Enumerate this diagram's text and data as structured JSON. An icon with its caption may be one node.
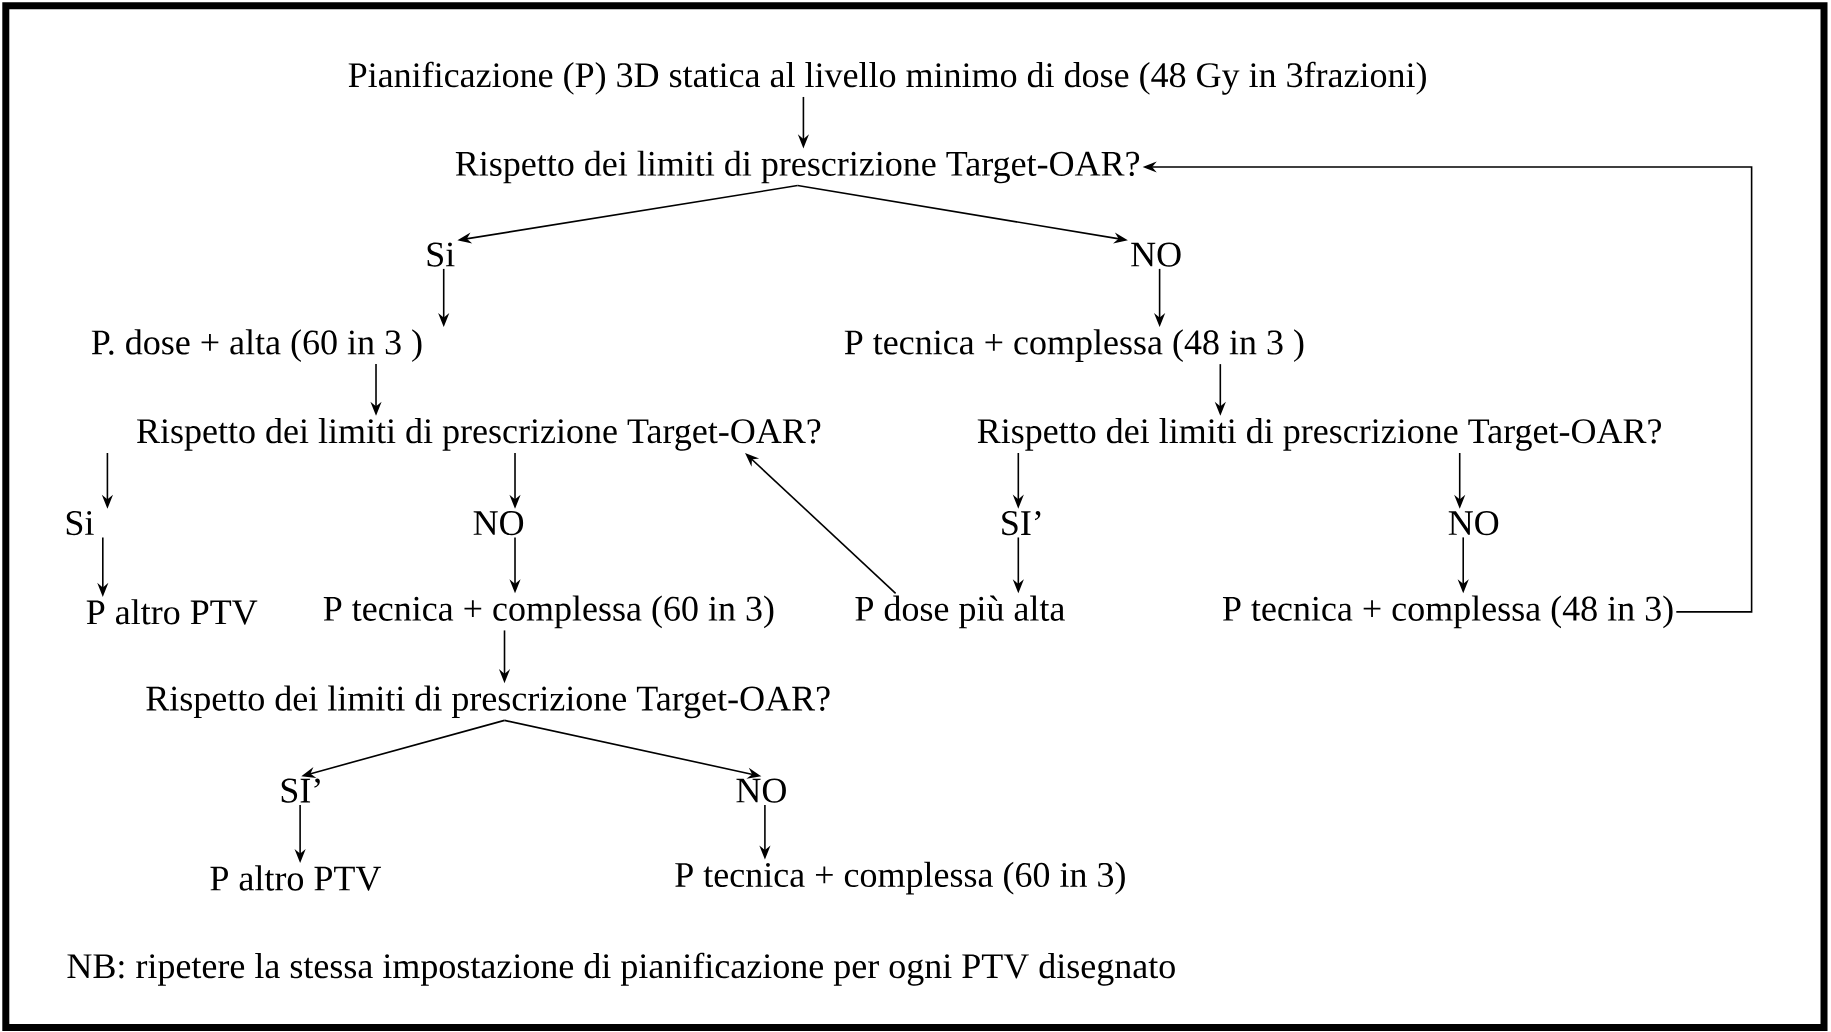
{
  "diagram": {
    "nodes": [
      {
        "text": [
          "Pianificazione (P) 3D statica al livello minimo di dose (48 Gy in 3frazioni)"
        ]
      },
      {
        "text": [
          "Rispetto dei limiti di prescrizione Target-OAR?"
        ]
      },
      {
        "text": [
          "Si"
        ]
      },
      {
        "text": [
          "NO"
        ]
      },
      {
        "text": [
          "P. dose + alta (60 in 3 )"
        ]
      },
      {
        "text": [
          "P tecnica + complessa (48 in 3 )"
        ]
      },
      {
        "text": [
          "Rispetto dei limiti di prescrizione Target-OAR?"
        ]
      },
      {
        "text": [
          "Rispetto dei limiti di prescrizione Target-OAR?"
        ]
      },
      {
        "text": [
          "Si"
        ]
      },
      {
        "text": [
          "NO"
        ]
      },
      {
        "text": [
          "SI’"
        ]
      },
      {
        "text": [
          "NO"
        ]
      },
      {
        "text": [
          "P altro PTV"
        ]
      },
      {
        "text": [
          "P tecnica + complessa (60 in 3)"
        ]
      },
      {
        "text": [
          "P dose più alta"
        ]
      },
      {
        "text": [
          "P  tecnica + complessa (48 in 3)"
        ]
      },
      {
        "text": [
          "Rispetto dei limiti di prescrizione Target-OAR?"
        ]
      },
      {
        "text": [
          "SI’"
        ]
      },
      {
        "text": [
          "NO"
        ]
      },
      {
        "text": [
          "P altro PTV"
        ]
      },
      {
        "text": [
          "P tecnica + complessa (60 in 3)"
        ]
      }
    ],
    "edges": [
      {
        "from": 0,
        "to": 1,
        "arrow": "to"
      },
      {
        "from": 1,
        "to": 2,
        "arrow": "to"
      },
      {
        "from": 1,
        "to": 3,
        "arrow": "to"
      },
      {
        "from": 2,
        "to": 4,
        "arrow": "to"
      },
      {
        "from": 3,
        "to": 5,
        "arrow": "to"
      },
      {
        "from": 4,
        "to": 6,
        "arrow": "to"
      },
      {
        "from": 5,
        "to": 7,
        "arrow": "to"
      },
      {
        "from": 6,
        "to": 8,
        "arrow": "to"
      },
      {
        "from": 6,
        "to": 9,
        "arrow": "to"
      },
      {
        "from": 7,
        "to": 10,
        "arrow": "to"
      },
      {
        "from": 7,
        "to": 11,
        "arrow": "to"
      },
      {
        "from": 8,
        "to": 12,
        "arrow": "to"
      },
      {
        "from": 9,
        "to": 13,
        "arrow": "to"
      },
      {
        "from": 10,
        "to": 14,
        "arrow": "to"
      },
      {
        "from": 11,
        "to": 15,
        "arrow": "to"
      },
      {
        "from": 14,
        "to": 6,
        "arrow": "to"
      },
      {
        "from": 15,
        "to": 1,
        "arrow": "to"
      },
      {
        "from": 13,
        "to": 16,
        "arrow": "to"
      },
      {
        "from": 16,
        "to": 17,
        "arrow": "to"
      },
      {
        "from": 16,
        "to": 18,
        "arrow": "to"
      },
      {
        "from": 17,
        "to": 19,
        "arrow": "to"
      },
      {
        "from": 18,
        "to": 20,
        "arrow": "to"
      }
    ],
    "labels": [
      "NB: ripetere la stessa impostazione di pianificazione per ogni PTV disegnato"
    ]
  }
}
